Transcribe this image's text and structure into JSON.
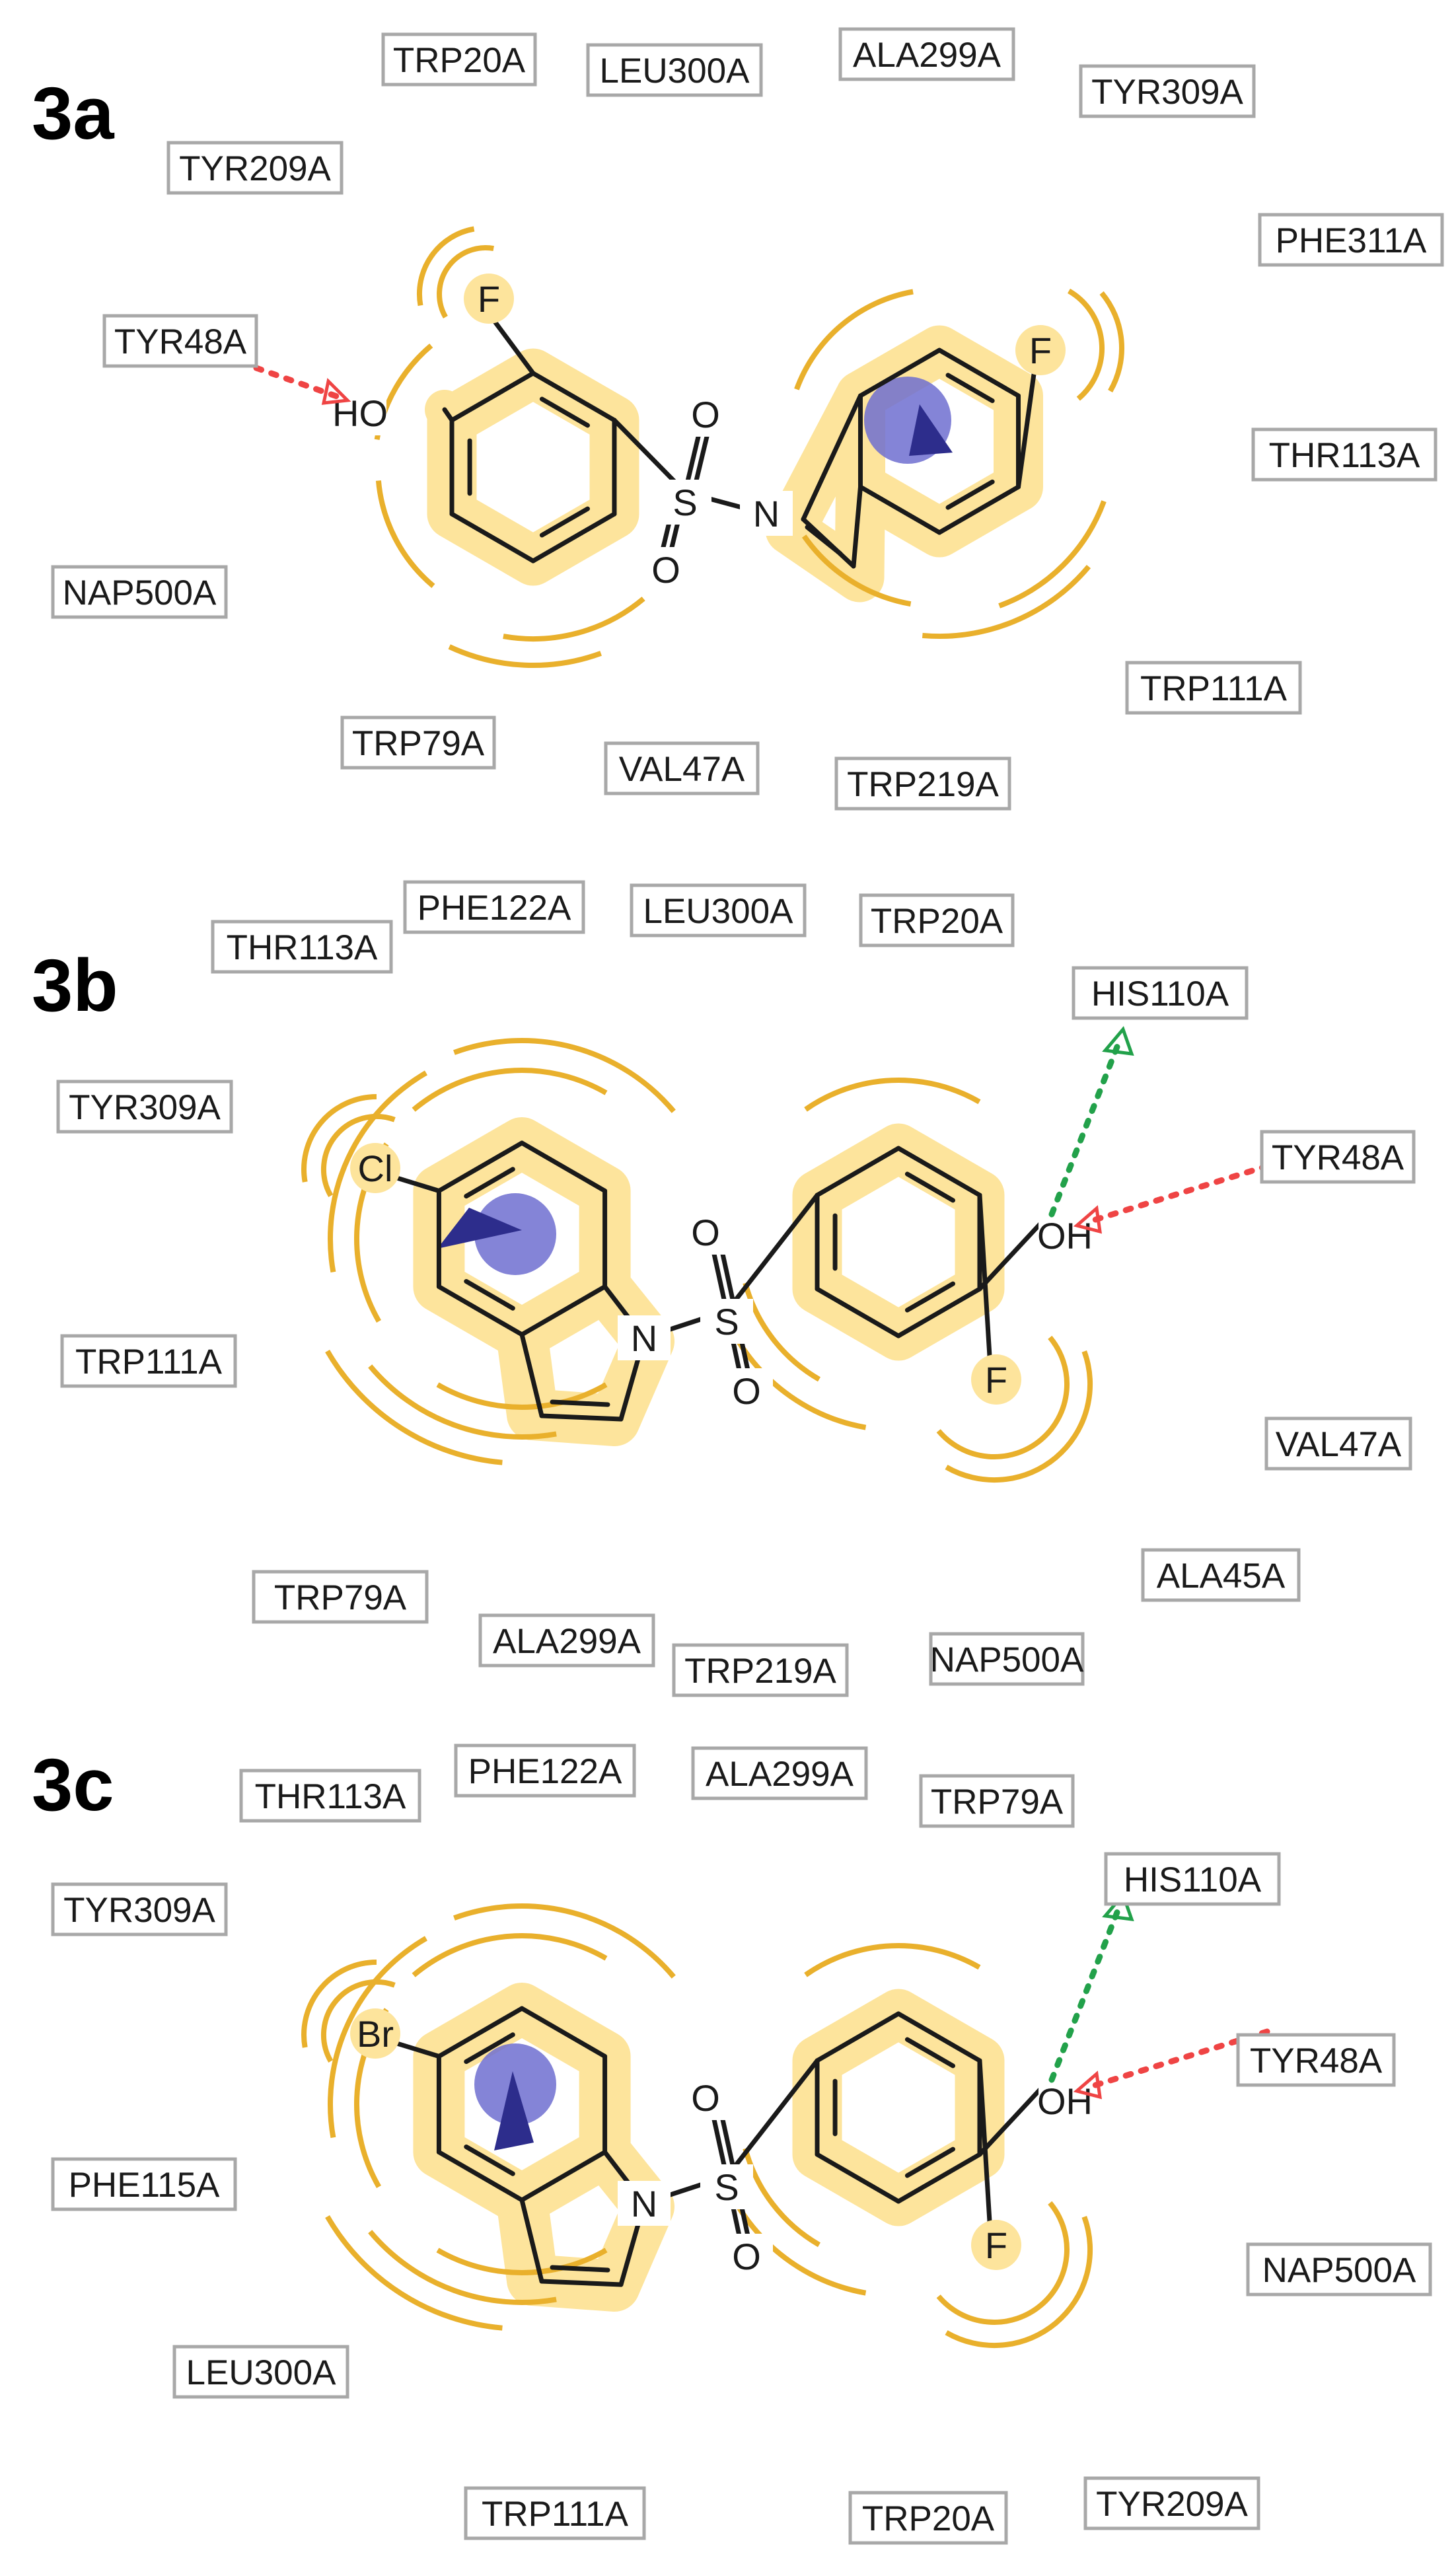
{
  "panels": [
    {
      "label": "3a",
      "residues": [
        "TRP20A",
        "LEU300A",
        "ALA299A",
        "TYR309A",
        "TYR209A",
        "PHE311A",
        "TYR48A",
        "THR113A",
        "NAP500A",
        "TRP111A",
        "TRP79A",
        "VAL47A",
        "TRP219A"
      ],
      "atoms": {
        "halogen_a": "F",
        "halogen_b": "F",
        "hydroxyl": "HO",
        "sulfur": "S",
        "oxygen_1": "O",
        "oxygen_2": "O",
        "nitrogen": "N"
      }
    },
    {
      "label": "3b",
      "residues": [
        "THR113A",
        "PHE122A",
        "LEU300A",
        "TRP20A",
        "HIS110A",
        "TYR309A",
        "TYR48A",
        "TRP111A",
        "VAL47A",
        "TRP79A",
        "ALA299A",
        "TRP219A",
        "NAP500A",
        "ALA45A"
      ],
      "atoms": {
        "halogen_a": "Cl",
        "halogen_b": "F",
        "hydroxyl": "OH",
        "sulfur": "S",
        "oxygen_1": "O",
        "oxygen_2": "O",
        "nitrogen": "N"
      }
    },
    {
      "label": "3c",
      "residues": [
        "THR113A",
        "PHE122A",
        "ALA299A",
        "TRP79A",
        "TYR309A",
        "HIS110A",
        "TYR48A",
        "PHE115A",
        "NAP500A",
        "LEU300A",
        "TRP111A",
        "TRP20A",
        "TYR209A"
      ],
      "atoms": {
        "halogen_a": "Br",
        "halogen_b": "F",
        "hydroxyl": "OH",
        "sulfur": "S",
        "oxygen_1": "O",
        "oxygen_2": "O",
        "nitrogen": "N"
      }
    }
  ],
  "colors": {
    "hydrophobic_contact": "#e9b02c",
    "ligand_highlight": "#fde49c",
    "aromatic_centroid": "#6f6fd0",
    "hbond_acceptor": "#ef4444",
    "hbond_donor": "#22a14a"
  }
}
